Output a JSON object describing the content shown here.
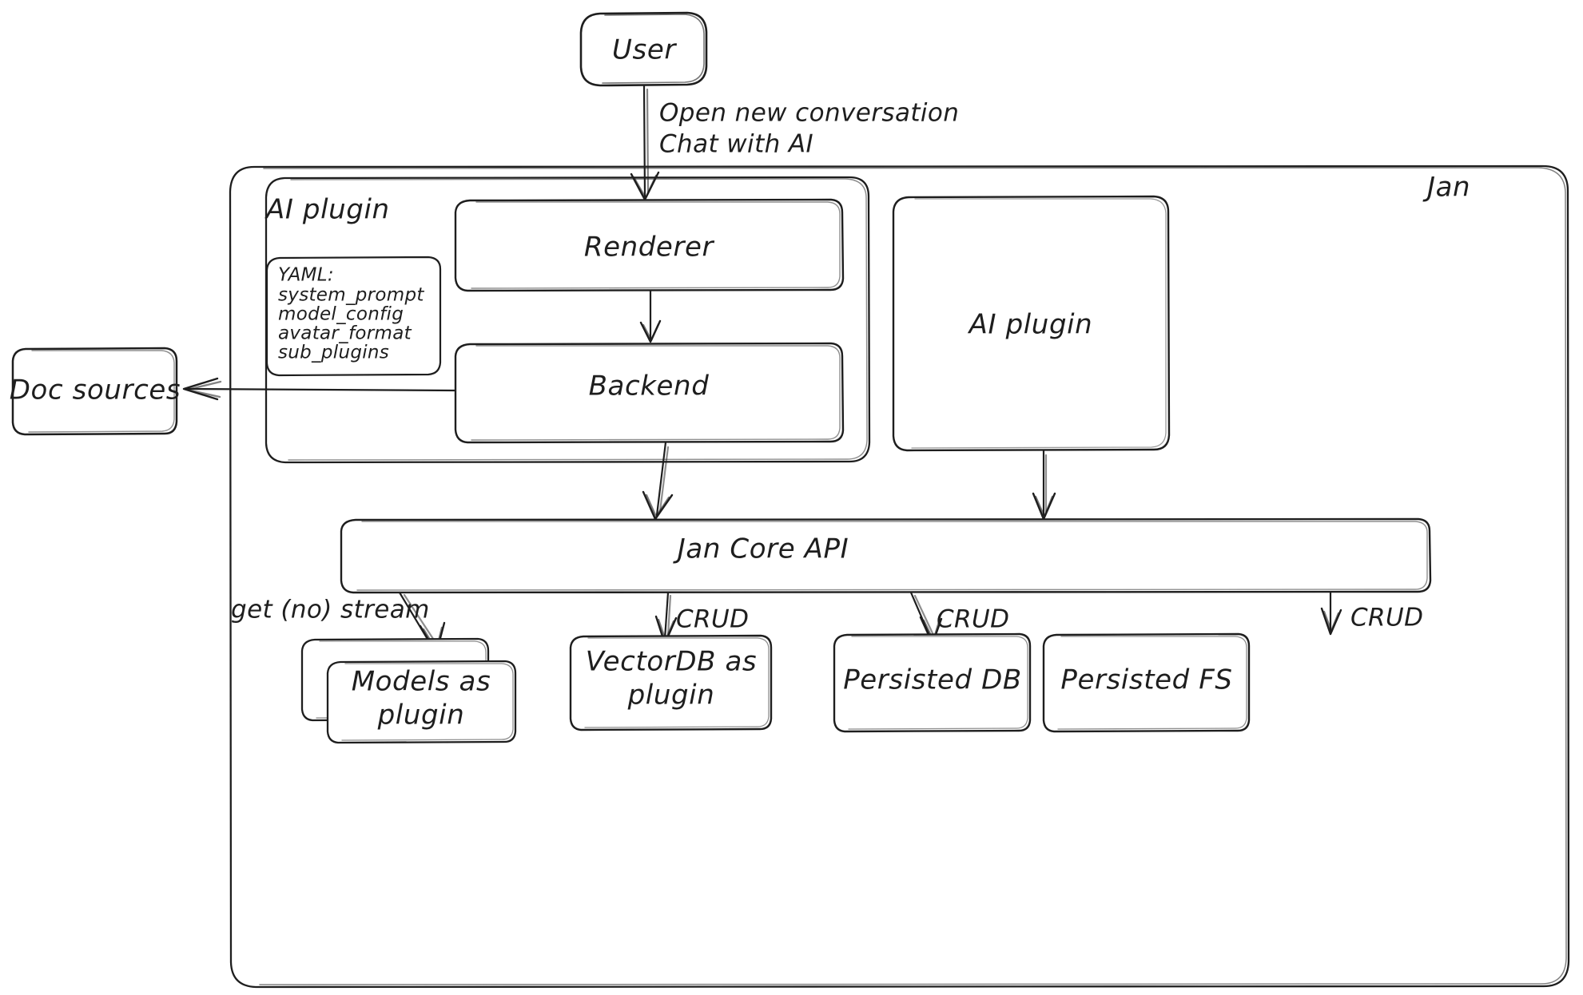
{
  "diagram": {
    "title": "Jan architecture overview",
    "style": "hand-drawn",
    "stroke_color": "#1e1e1e",
    "background_color": "#ffffff"
  },
  "nodes": {
    "user": {
      "label": "User"
    },
    "jan_container": {
      "label": "Jan"
    },
    "ai_plugin_group": {
      "label": "AI plugin"
    },
    "renderer": {
      "label": "Renderer"
    },
    "backend": {
      "label": "Backend"
    },
    "ai_plugin_box": {
      "label": "AI plugin"
    },
    "doc_sources": {
      "label": "Doc sources"
    },
    "jan_core_api": {
      "label": "Jan Core API"
    },
    "models_as_plugin": {
      "label": "Models as",
      "label_line2": "plugin"
    },
    "vectordb_as_plugin": {
      "label": "VectorDB as",
      "label_line2": "plugin"
    },
    "persisted_db": {
      "label": "Persisted DB"
    },
    "persisted_fs": {
      "label": "Persisted FS"
    }
  },
  "yaml_card": {
    "heading": "YAML:",
    "items": [
      "system_prompt",
      "model_config",
      "avatar_format",
      "sub_plugins"
    ]
  },
  "edge_labels": {
    "user_to_renderer_line1": "Open new conversation",
    "user_to_renderer_line2": "Chat with AI",
    "core_to_models": "get (no) stream",
    "core_to_vectordb": "CRUD",
    "core_to_persisted_db": "CRUD",
    "core_to_persisted_fs": "CRUD"
  }
}
